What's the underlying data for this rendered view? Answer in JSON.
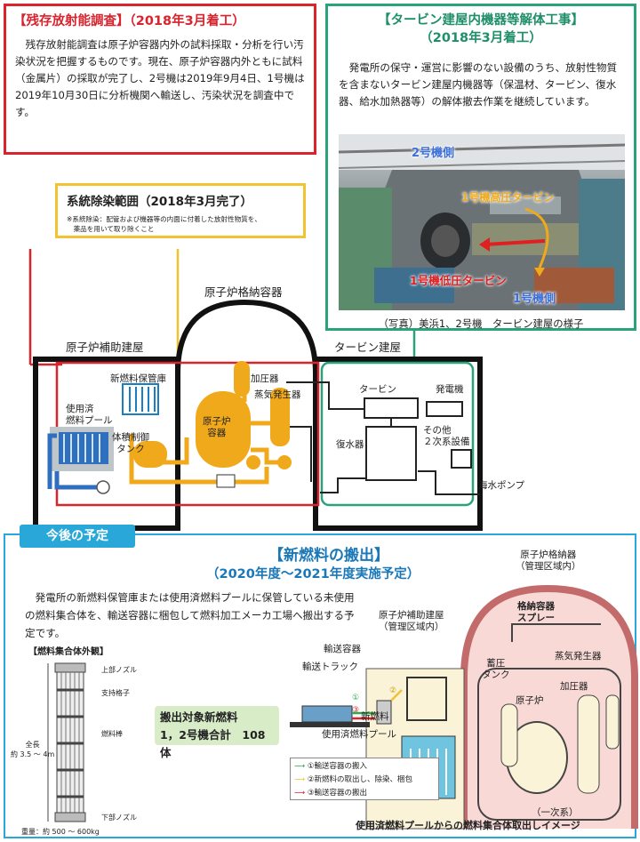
{
  "residual": {
    "title": "【残存放射能調査】（2018年3月着工）",
    "body": "残存放射能調査は原子炉容器内外の試料採取・分析を行い汚染状況を把握するものです。現在、原子炉容器内外ともに試料（金属片）の採取が完了し、2号機は2019年9月4日、1号機は2019年10月30日に分析機関へ輸送し、汚染状況を調査中です。"
  },
  "turbine_work": {
    "title_line1": "【タービン建屋内機器等解体工事】",
    "title_line2": "（2018年3月着工）",
    "body": "発電所の保守・運営に影響のない設備のうち、放射性物質を含まないタービン建屋内機器等（保温材、タービン、復水器、給水加熱器等）の解体撤去作業を継続しています。",
    "photo_labels": {
      "unit2_side": "2号機側",
      "unit1_hp": "1号機高圧タービン",
      "unit1_lp": "1号機低圧タービン",
      "unit1_side": "1号機側"
    },
    "caption": "（写真）美浜1、2号機　タービン建屋の様子"
  },
  "decon": {
    "title": "系統除染範囲（2018年3月完了）",
    "note_line1": "※系統除染：配管および機器等の内面に付着した放射性物質を、",
    "note_line2": "薬品を用いて取り除くこと"
  },
  "plant": {
    "containment": "原子炉格納容器",
    "aux_building": "原子炉補助建屋",
    "turbine_building": "タービン建屋",
    "new_fuel_storage": "新燃料保管庫",
    "spent_pool_line1": "使用済",
    "spent_pool_line2": "燃料プール",
    "rwst_line1": "体積制御",
    "rwst_line2": "タンク",
    "reactor_line1": "原子炉",
    "reactor_line2": "容器",
    "pressurizer": "加圧器",
    "steam_gen": "蒸気発生器",
    "turbine": "タービン",
    "generator": "発電機",
    "condenser": "復水器",
    "other_line1": "その他",
    "other_line2": "２次系設備",
    "seawater_pump": "海水ポンプ"
  },
  "future": {
    "badge": "今後の予定",
    "title": "【新燃料の搬出】",
    "subtitle": "（2020年度～2021年度実施予定）",
    "body": "発電所の新燃料保管庫または使用済燃料プールに保管している未使用の燃料集合体を、輸送容器に梱包して燃料加工メーカ工場へ搬出する予定です。",
    "assembly_title": "【燃料集合体外観】",
    "upper_nozzle": "上部ノズル",
    "support_grid": "支持格子",
    "fuel_rod": "燃料棒",
    "total_length_line1": "全長",
    "total_length_line2": "約 3.5 ～ 4m",
    "lower_nozzle": "下部ノズル",
    "weight": "重量：約 500 ～ 600kg",
    "target_line1": "搬出対象新燃料",
    "target_line2": "1，2号機合計　108体",
    "containment_line1": "原子炉格納器",
    "containment_line2": "（管理区域内）",
    "aux_line1": "原子炉補助建屋",
    "aux_line2": "（管理区域内）",
    "spray_line1": "格納容器",
    "spray_line2": "スプレー",
    "steam_gen": "蒸気発生器",
    "accum_line1": "蓄圧",
    "accum_line2": "タンク",
    "pressurizer": "加圧器",
    "reactor": "原子炉",
    "primary": "（一次系）",
    "cask": "輸送容器",
    "truck": "輸送トラック",
    "new_fuel": "新燃料",
    "spent_pool": "使用済燃料プール",
    "legend": [
      {
        "label": "①輸送容器の搬入",
        "color": "#2eaa4a"
      },
      {
        "label": "②新燃料の取出し、除染、梱包",
        "color": "#f2c230"
      },
      {
        "label": "③輸送容器の搬出",
        "color": "#d9232d"
      }
    ],
    "step1": "①",
    "step2": "②",
    "step3": "③",
    "caption": "使用済燃料プールからの燃料集合体取出しイメージ"
  },
  "colors": {
    "red": "#d9232d",
    "green": "#2aa37a",
    "yellow": "#f2c230",
    "blue": "#29a7d8",
    "orange": "#f0a91a"
  }
}
